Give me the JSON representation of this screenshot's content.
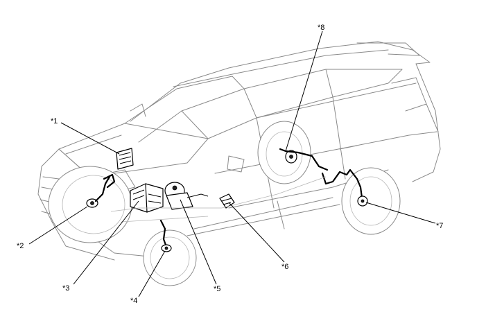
{
  "callouts": [
    {
      "id": "c1",
      "label": "*1"
    },
    {
      "id": "c2",
      "label": "*2"
    },
    {
      "id": "c3",
      "label": "*3"
    },
    {
      "id": "c4",
      "label": "*4"
    },
    {
      "id": "c5",
      "label": "*5"
    },
    {
      "id": "c6",
      "label": "*6"
    },
    {
      "id": "c7",
      "label": "*7"
    },
    {
      "id": "c8",
      "label": "*8"
    }
  ]
}
